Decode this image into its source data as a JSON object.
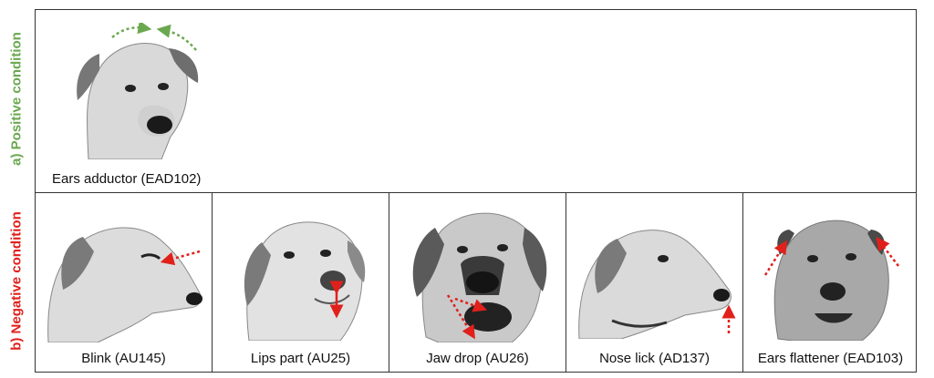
{
  "conditions": {
    "positive": {
      "label": "a) Positive condition",
      "color": "#6aa84f"
    },
    "negative": {
      "label": "b) Negative condition",
      "color": "#e0201b"
    }
  },
  "panels": {
    "top": {
      "caption": "Ears adductor (EAD102)",
      "arrow_color": "#6aa84f",
      "icon": "dog-head-ears-adductor"
    },
    "bottom": [
      {
        "caption": "Blink (AU145)",
        "arrow_color": "#e0201b",
        "icon": "dog-head-blink"
      },
      {
        "caption": "Lips part (AU25)",
        "arrow_color": "#e0201b",
        "icon": "dog-head-lips-part"
      },
      {
        "caption": "Jaw drop (AU26)",
        "arrow_color": "#e0201b",
        "icon": "dog-head-jaw-drop"
      },
      {
        "caption": "Nose lick (AD137)",
        "arrow_color": "#e0201b",
        "icon": "dog-head-nose-lick"
      },
      {
        "caption": "Ears flattener (EAD103)",
        "arrow_color": "#e0201b",
        "icon": "dog-head-ears-flattener"
      }
    ]
  }
}
